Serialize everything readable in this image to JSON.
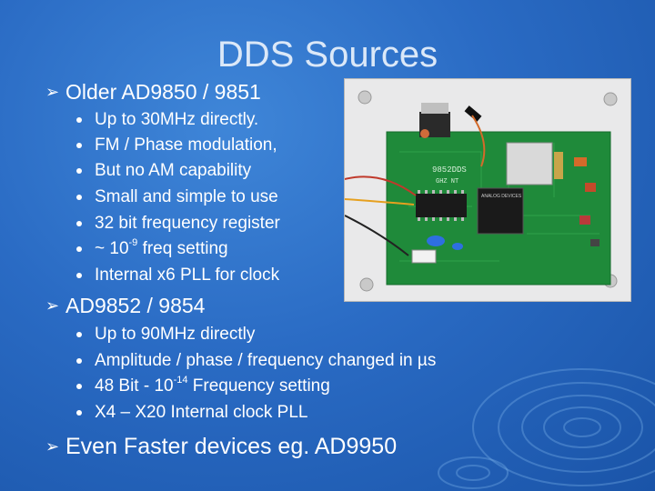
{
  "slide": {
    "title": "DDS Sources",
    "sections": [
      {
        "heading": "Older AD9850 / 9851",
        "items": [
          "Up to 30MHz directly.",
          "FM / Phase modulation,",
          "But no AM capability",
          "Small and simple to use",
          "32 bit frequency register",
          {
            "pre": "~ 10",
            "sup": "-9",
            "post": " freq setting"
          },
          "Internal x6 PLL for clock"
        ]
      },
      {
        "heading": "AD9852 / 9854",
        "items": [
          "Up to 90MHz directly",
          "Amplitude / phase / frequency changed in µs",
          {
            "pre": "48 Bit   -   10",
            "sup": "-14",
            "post": "  Frequency setting"
          },
          "X4 – X20 Internal clock PLL"
        ]
      },
      {
        "heading": "Even Faster devices eg. AD9950",
        "items": []
      }
    ],
    "photo": {
      "board_labels": [
        "9852DDS",
        "GHZ NT",
        "ANALOG DEVICES"
      ],
      "colors": {
        "pcb": "#1f8a3a",
        "chip": "#1a1a1a",
        "plate": "#e9e9ea"
      }
    }
  }
}
